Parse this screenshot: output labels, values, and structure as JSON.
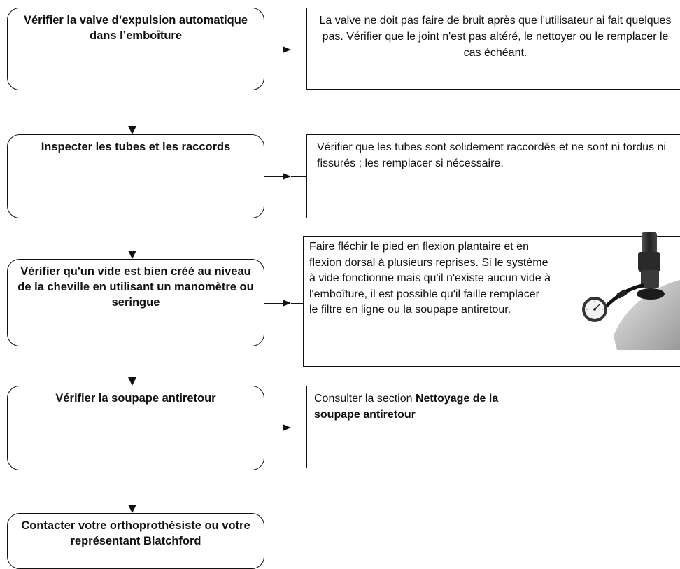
{
  "steps": [
    {
      "label": "Vérifier la valve d’expulsion automatique dans l’emboîture"
    },
    {
      "label": "Inspecter les tubes et les raccords"
    },
    {
      "label": "Vérifier qu'un vide est bien créé au niveau de la cheville en utilisant un manomètre ou seringue"
    },
    {
      "label": "Vérifier la soupape antiretour"
    },
    {
      "label": "Contacter votre orthoprothésiste ou votre représentant Blatchford"
    }
  ],
  "notes": [
    {
      "text": "La valve ne doit pas faire de bruit après que l'utilisateur ai fait quelques pas. Vérifier que le joint n'est pas altéré, le nettoyer ou le remplacer le cas échéant."
    },
    {
      "text": "Vérifier que les tubes sont solidement raccordés et ne sont ni tordus ni fissurés ; les remplacer si nécessaire."
    },
    {
      "text": "Faire fléchir le pied en flexion plantaire et en flexion dorsal à plusieurs reprises. Si le système à vide fonctionne mais qu'il n'existe aucun vide à l'emboîture, il est possible qu'il faille remplacer le filtre en ligne ou la soupape antiretour."
    },
    {
      "text_prefix": "Consulter la section ",
      "text_bold": "Nettoyage de la soupape antiretour"
    }
  ],
  "illustration": {
    "icon": "prosthetic-ankle-with-vacuum-gauge-icon"
  }
}
